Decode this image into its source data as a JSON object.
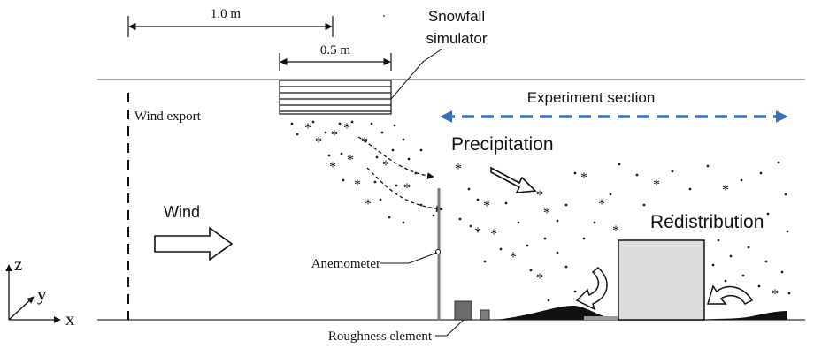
{
  "dimensions": {
    "top_span": "1.0 m",
    "simulator_span": "0.5 m"
  },
  "labels": {
    "snowfall_simulator_line1": "Snowfall",
    "snowfall_simulator_line2": "simulator",
    "experiment_section": "Experiment section",
    "wind_export": "Wind export",
    "precipitation": "Precipitation",
    "wind": "Wind",
    "redistribution": "Redistribution",
    "anemometer": "Anemometer",
    "roughness_element": "Roughness element"
  },
  "axes": {
    "z": "z",
    "y": "y",
    "x": "x"
  },
  "colors": {
    "experiment_arrow": "#3a6fb8",
    "obstacle_fill": "#dcdcdc",
    "roughness_fill": "#6b6b6b",
    "snow_drift": "#111111"
  },
  "icons": {
    "snow_particle": "asterisk",
    "wind_arrow": "hollow-right-arrow",
    "precip_arrow": "hollow-diagonal-arrow",
    "redistribution_arrows": "hollow-curved-arrow"
  }
}
